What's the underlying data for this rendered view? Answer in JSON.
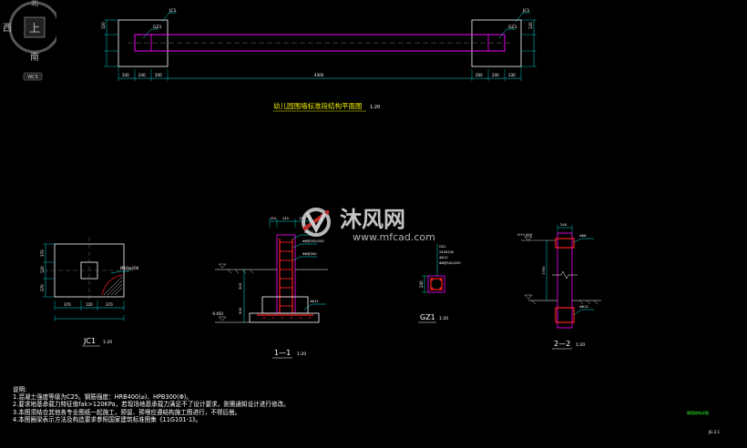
{
  "plan": {
    "title": "幼儿园围墙标准段结构平面图",
    "scale": "1:20",
    "dims": [
      "330",
      "240",
      "200",
      "4300",
      "200",
      "240",
      "330"
    ],
    "left_height": "120",
    "right_height": "120",
    "tags": [
      "JC1",
      "GZ1",
      "GZ1",
      "JC1"
    ]
  },
  "jc1": {
    "title": "JC1",
    "scale": "1:20",
    "dims": [
      "370",
      "120",
      "370"
    ],
    "side_dims": [
      "370",
      "120",
      "370"
    ],
    "label": "M10@200"
  },
  "sec11": {
    "title": "1—1",
    "scale": "1:20",
    "top_dims": [
      "120",
      "240",
      "120"
    ],
    "labels": [
      "4Φ12",
      "Φ8@100/200",
      "Φ8@200",
      "4Φ12"
    ],
    "level": "-0.450",
    "heights": [
      "300",
      "500"
    ]
  },
  "gz1": {
    "title": "GZ1",
    "scale": "1:20",
    "labels": [
      "GZ1",
      "240X240",
      "4Φ12",
      "Φ6@100/200"
    ],
    "dim": "240"
  },
  "sec22": {
    "title": "2—2",
    "scale": "1:20",
    "labels": [
      "H+1.000",
      "4Φ8",
      "4Φ12"
    ],
    "dims": [
      "240",
      "1700"
    ]
  },
  "notes": {
    "heading": "说明:",
    "lines": [
      "1.混凝土强度等级为C25。钢筋强度：HRB400(⌀)、HPB300(Φ)。",
      "2.要求地基承载力特征值fak>120KPa，若现场地基承载力满足不了设计要求，则需通知设计进行修改。",
      "3.本图须结合其他各专业图纸一起施工，预留、预埋应遵结构施工图进行，不得后凿。",
      "4.本图圈梁表示方法及构造要求参照国家建筑标准图集《11G101-1》。"
    ]
  },
  "compass": {
    "north": "北",
    "west": "西",
    "south": "南",
    "center": "上",
    "badge": "WCS"
  },
  "watermark": {
    "brand": "沐风网",
    "url": "www.mfcad.com"
  },
  "corner": {
    "label1": "围墙结构详图",
    "label2": "JG-2.1"
  },
  "colors": {
    "dim": "#00e5e5",
    "wall": "#ff00ff",
    "rebar": "#ff2020",
    "text": "#ffffff",
    "yellow": "#f0f000",
    "green": "#30ff30"
  }
}
